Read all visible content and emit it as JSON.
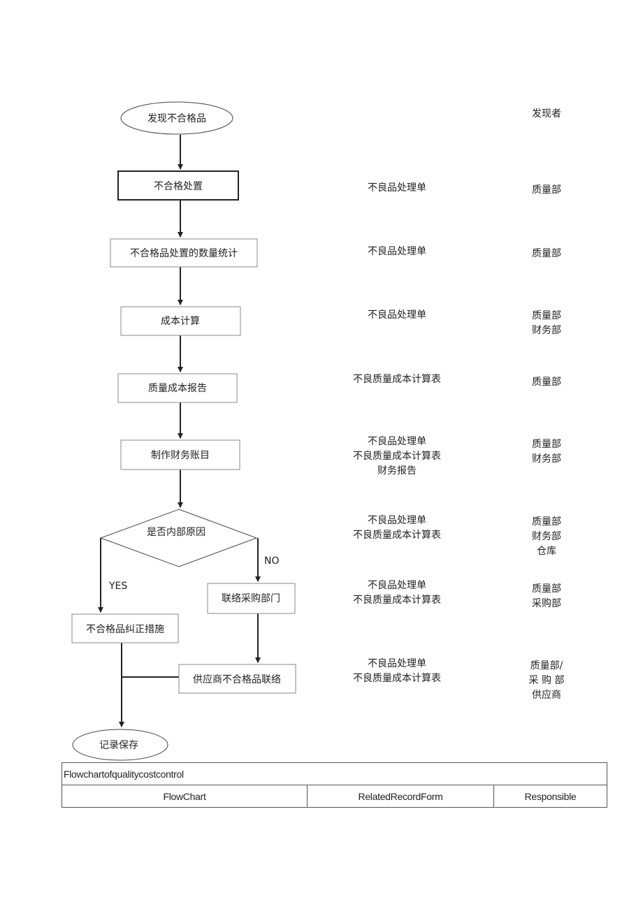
{
  "flow": {
    "start": "发现不合格品",
    "step1": "不合格处置",
    "step2": "不合格品处置的数量统计",
    "step3": "成本计算",
    "step4": "质量成本报告",
    "step5": "制作财务账目",
    "decision": "是否内部原因",
    "yes_label": "YES",
    "no_label": "NO",
    "yes_step": "不合格品纠正措施",
    "no_step1": "联络采购部门",
    "no_step2": "供应商不合格品联络",
    "end": "记录保存"
  },
  "records": [
    {
      "lines": []
    },
    {
      "lines": [
        "不良品处理单"
      ]
    },
    {
      "lines": [
        "不良品处理单"
      ]
    },
    {
      "lines": [
        "不良品处理单"
      ]
    },
    {
      "lines": [
        "不良质量成本计算表"
      ]
    },
    {
      "lines": [
        "不良品处理单",
        "不良质量成本计算表",
        "财务报告"
      ]
    },
    {
      "lines": [
        "不良品处理单",
        "不良质量成本计算表"
      ]
    },
    {
      "lines": [
        "不良品处理单",
        "不良质量成本计算表"
      ]
    },
    {
      "lines": [
        "不良品处理单",
        "不良质量成本计算表"
      ]
    }
  ],
  "responsible": [
    {
      "lines": [
        "发现者"
      ]
    },
    {
      "lines": [
        "质量部"
      ]
    },
    {
      "lines": [
        "质量部"
      ]
    },
    {
      "lines": [
        "质量部",
        "财务部"
      ]
    },
    {
      "lines": [
        "质量部"
      ]
    },
    {
      "lines": [
        "质量部",
        "财务部"
      ]
    },
    {
      "lines": [
        "质量部",
        "财务部",
        "仓库"
      ]
    },
    {
      "lines": [
        "质量部",
        "采购部"
      ]
    },
    {
      "lines": [
        "质量部/",
        "采 购 部",
        "供应商"
      ]
    }
  ],
  "footer": {
    "title": "Flowchartofqualitycostcontrol",
    "col1": "FlowChart",
    "col2": "RelatedRecordForm",
    "col3": "Responsible"
  }
}
